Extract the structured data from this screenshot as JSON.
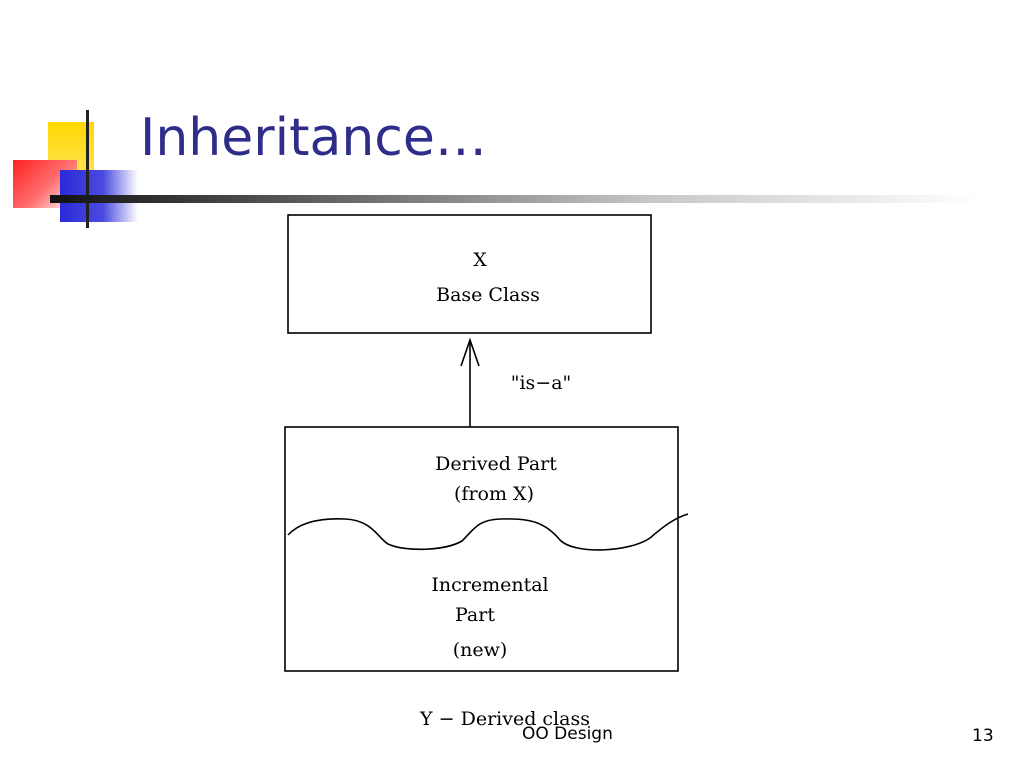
{
  "slide": {
    "title": "Inheritance…",
    "footer_center": "OO Design",
    "page_number": "13"
  },
  "diagram": {
    "base_box": {
      "line1": "X",
      "line2": "Base Class"
    },
    "relation_label": "\"is−a\"",
    "derived_box": {
      "derived_line1": "Derived Part",
      "derived_line2": "(from X)",
      "incremental_line1": "Incremental",
      "incremental_line2": "Part",
      "incremental_line3": "(new)"
    },
    "caption": "Y − Derived class"
  },
  "decoration": {
    "title_color": "#2e2e8a"
  }
}
